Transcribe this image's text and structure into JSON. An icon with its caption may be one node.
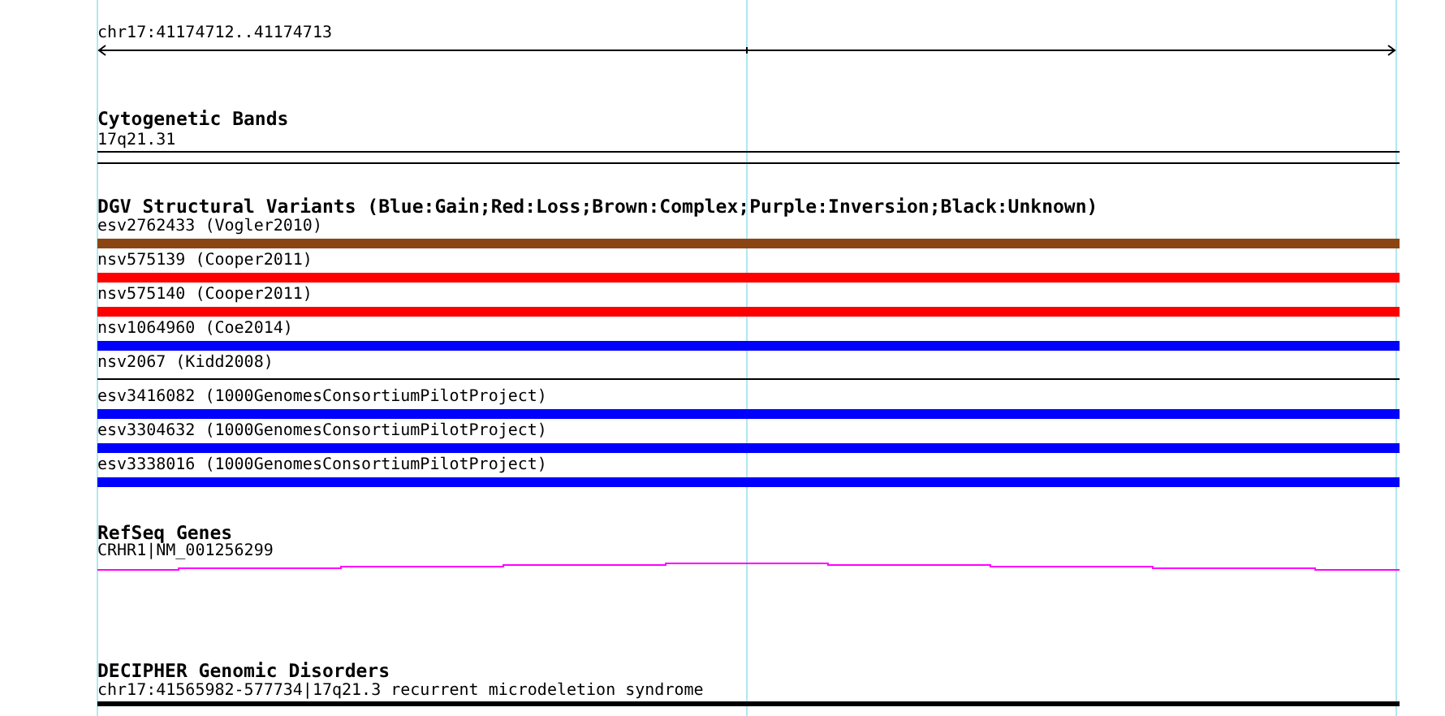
{
  "diagram": {
    "labels": [
      "chr17:41174712..41174713",
      "Cytogenetic Bands",
      "17q21.31",
      "DGV Structural Variants (Blue:Gain;Red:Loss;Brown:Complex;Purple:Inversion;Black:Unknown)",
      "esv2762433 (Vogler2010)",
      "nsv575139 (Cooper2011)",
      "nsv575140 (Cooper2011)",
      "nsv1064960 (Coe2014)",
      "nsv2067 (Kidd2008)",
      "esv3416082 (1000GenomesConsortiumPilotProject)",
      "esv3304632 (1000GenomesConsortiumPilotProject)",
      "esv3338016 (1000GenomesConsortiumPilotProject)",
      "RefSeq Genes",
      "CRHR1|NM_001256299",
      "DECIPHER Genomic Disorders",
      "chr17:41565982-577734|17q21.3 recurrent microdeletion syndrome"
    ]
  }
}
